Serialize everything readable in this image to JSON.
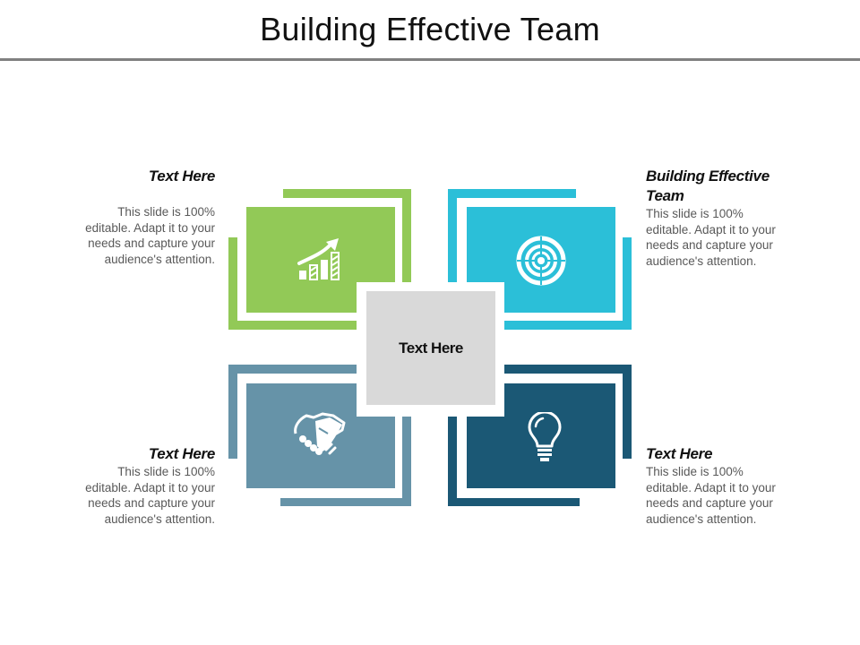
{
  "slide": {
    "title": "Building Effective Team"
  },
  "center": {
    "label": "Text Here",
    "color": "#d9d9d9"
  },
  "quadrants": [
    {
      "position": "top-left",
      "color": "#92c957",
      "icon": "growth-chart-icon",
      "heading": "Text Here",
      "body": "This slide is 100% editable. Adapt it to your needs and capture your audience's attention."
    },
    {
      "position": "top-right",
      "color": "#2bbfd8",
      "icon": "target-icon",
      "heading": "Building Effective Team",
      "body": "This slide is 100% editable. Adapt it to your needs and capture your audience's attention."
    },
    {
      "position": "bottom-left",
      "color": "#6693a8",
      "icon": "handshake-icon",
      "heading": "Text Here",
      "body": "This slide is 100% editable. Adapt it to your needs and capture your audience's attention."
    },
    {
      "position": "bottom-right",
      "color": "#1b5875",
      "icon": "lightbulb-icon",
      "heading": "Text Here",
      "body": "This slide is 100% editable. Adapt it to your needs and capture your audience's attention."
    }
  ]
}
